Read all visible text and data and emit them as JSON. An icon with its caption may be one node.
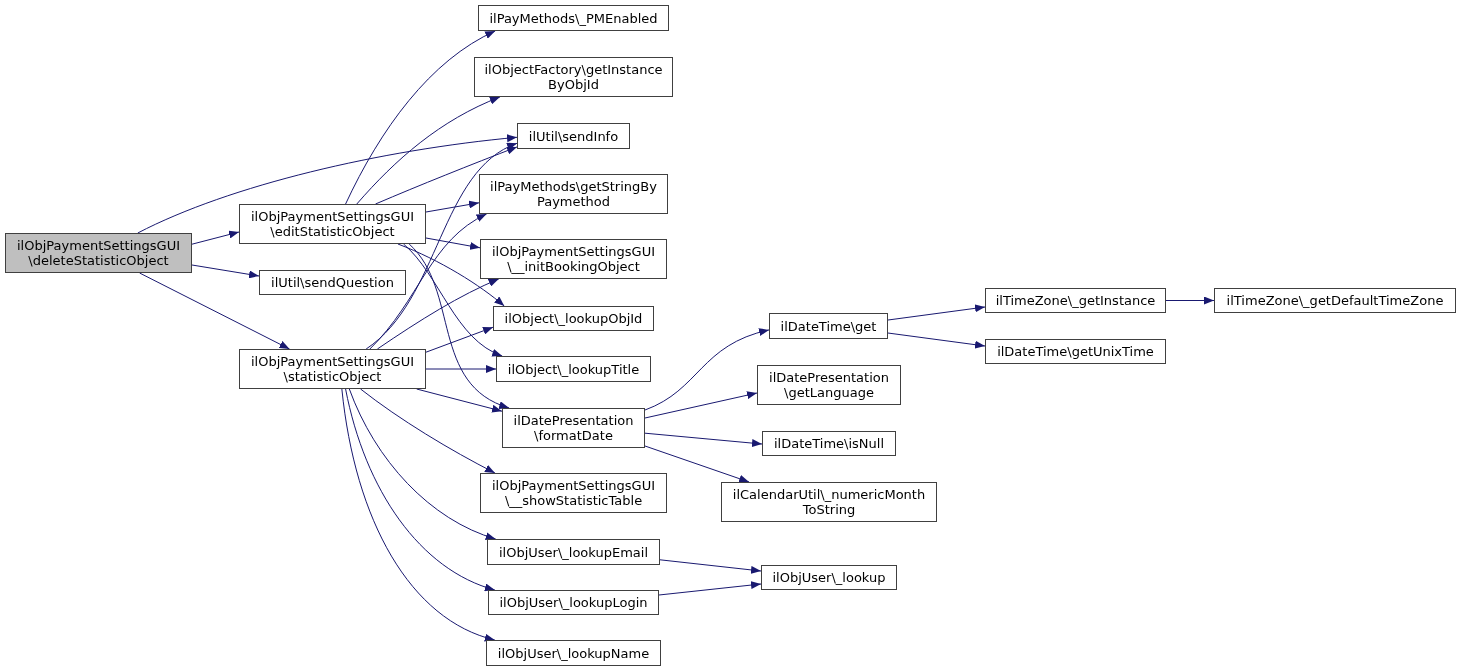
{
  "diagram": {
    "nodes": [
      {
        "text": [
          "ilObjPaymentSettingsGUI \\deleteStatisticObject"
        ]
      },
      {
        "text": [
          "ilObjPaymentSettingsGUI \\editStatisticObject"
        ]
      },
      {
        "text": [
          "ilUtil\\sendQuestion"
        ]
      },
      {
        "text": [
          "ilObjPaymentSettingsGUI \\statisticObject"
        ]
      },
      {
        "text": [
          "ilPayMethods\\_PMEnabled"
        ]
      },
      {
        "text": [
          "ilObjectFactory\\getInstance ByObjId"
        ]
      },
      {
        "text": [
          "ilUtil\\sendInfo"
        ]
      },
      {
        "text": [
          "ilPayMethods\\getStringBy Paymethod"
        ]
      },
      {
        "text": [
          "ilObjPaymentSettingsGUI \\__initBookingObject"
        ]
      },
      {
        "text": [
          "ilObject\\_lookupObjId"
        ]
      },
      {
        "text": [
          "ilObject\\_lookupTitle"
        ]
      },
      {
        "text": [
          "ilDatePresentation \\formatDate"
        ]
      },
      {
        "text": [
          "ilObjPaymentSettingsGUI \\__showStatisticTable"
        ]
      },
      {
        "text": [
          "ilObjUser\\_lookupEmail"
        ]
      },
      {
        "text": [
          "ilObjUser\\_lookupLogin"
        ]
      },
      {
        "text": [
          "ilObjUser\\_lookupName"
        ]
      },
      {
        "text": [
          "ilDateTime\\get"
        ]
      },
      {
        "text": [
          "ilDatePresentation \\getLanguage"
        ]
      },
      {
        "text": [
          "ilDateTime\\isNull"
        ]
      },
      {
        "text": [
          "ilCalendarUtil\\_numericMonth ToString"
        ]
      },
      {
        "text": [
          "ilObjUser\\_lookup"
        ]
      },
      {
        "text": [
          "ilTimeZone\\_getInstance"
        ]
      },
      {
        "text": [
          "ilDateTime\\getUnixTime"
        ]
      },
      {
        "text": [
          "ilTimeZone\\_getDefaultTimeZone"
        ]
      }
    ],
    "edges": [
      {
        "from": 0,
        "to": 1,
        "arrow": "to"
      },
      {
        "from": 0,
        "to": 2,
        "arrow": "to"
      },
      {
        "from": 0,
        "to": 3,
        "arrow": "to"
      },
      {
        "from": 0,
        "to": 6,
        "arrow": "to"
      },
      {
        "from": 1,
        "to": 4,
        "arrow": "to"
      },
      {
        "from": 1,
        "to": 5,
        "arrow": "to"
      },
      {
        "from": 1,
        "to": 6,
        "arrow": "to"
      },
      {
        "from": 1,
        "to": 7,
        "arrow": "to"
      },
      {
        "from": 1,
        "to": 8,
        "arrow": "to"
      },
      {
        "from": 1,
        "to": 9,
        "arrow": "to"
      },
      {
        "from": 1,
        "to": 10,
        "arrow": "to"
      },
      {
        "from": 1,
        "to": 11,
        "arrow": "to"
      },
      {
        "from": 3,
        "to": 6,
        "arrow": "to"
      },
      {
        "from": 3,
        "to": 7,
        "arrow": "to"
      },
      {
        "from": 3,
        "to": 8,
        "arrow": "to"
      },
      {
        "from": 3,
        "to": 9,
        "arrow": "to"
      },
      {
        "from": 3,
        "to": 10,
        "arrow": "to"
      },
      {
        "from": 3,
        "to": 11,
        "arrow": "to"
      },
      {
        "from": 3,
        "to": 12,
        "arrow": "to"
      },
      {
        "from": 3,
        "to": 13,
        "arrow": "to"
      },
      {
        "from": 3,
        "to": 14,
        "arrow": "to"
      },
      {
        "from": 3,
        "to": 15,
        "arrow": "to"
      },
      {
        "from": 11,
        "to": 16,
        "arrow": "to"
      },
      {
        "from": 11,
        "to": 17,
        "arrow": "to"
      },
      {
        "from": 11,
        "to": 18,
        "arrow": "to"
      },
      {
        "from": 11,
        "to": 19,
        "arrow": "to"
      },
      {
        "from": 16,
        "to": 21,
        "arrow": "to"
      },
      {
        "from": 16,
        "to": 22,
        "arrow": "to"
      },
      {
        "from": 21,
        "to": 23,
        "arrow": "to"
      },
      {
        "from": 13,
        "to": 20,
        "arrow": "to"
      },
      {
        "from": 14,
        "to": 20,
        "arrow": "to"
      }
    ]
  }
}
